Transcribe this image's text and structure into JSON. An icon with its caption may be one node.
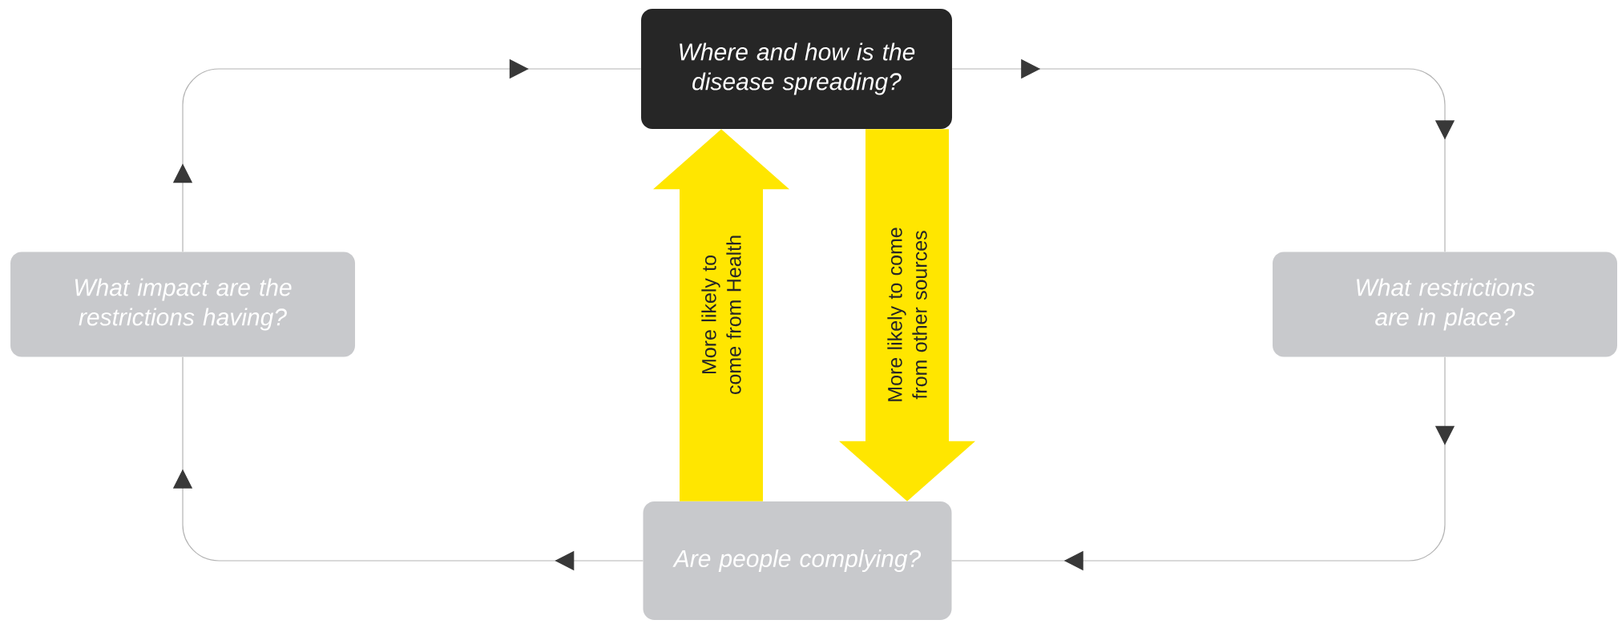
{
  "diagram": {
    "nodes": [
      {
        "text": [
          "Where and how is the disease spreading?"
        ]
      },
      {
        "text": [
          "What impact are the restrictions having?"
        ]
      },
      {
        "text": [
          "What restrictions are in place?"
        ]
      },
      {
        "text": [
          "Are people complying?"
        ]
      }
    ],
    "edges": [
      {
        "from": 0,
        "to": 2,
        "arrow": "to"
      },
      {
        "from": 2,
        "to": 3,
        "arrow": "to"
      },
      {
        "from": 3,
        "to": 1,
        "arrow": "to"
      },
      {
        "from": 1,
        "to": 0,
        "arrow": "to"
      },
      {
        "from": 3,
        "to": 0,
        "arrow": "to",
        "label": "More likely to come from Health",
        "style": "thick",
        "color": "#ffe600"
      },
      {
        "from": 0,
        "to": 3,
        "arrow": "to",
        "label": "More likely to come from other sources",
        "style": "thick",
        "color": "#ffe600"
      }
    ]
  }
}
